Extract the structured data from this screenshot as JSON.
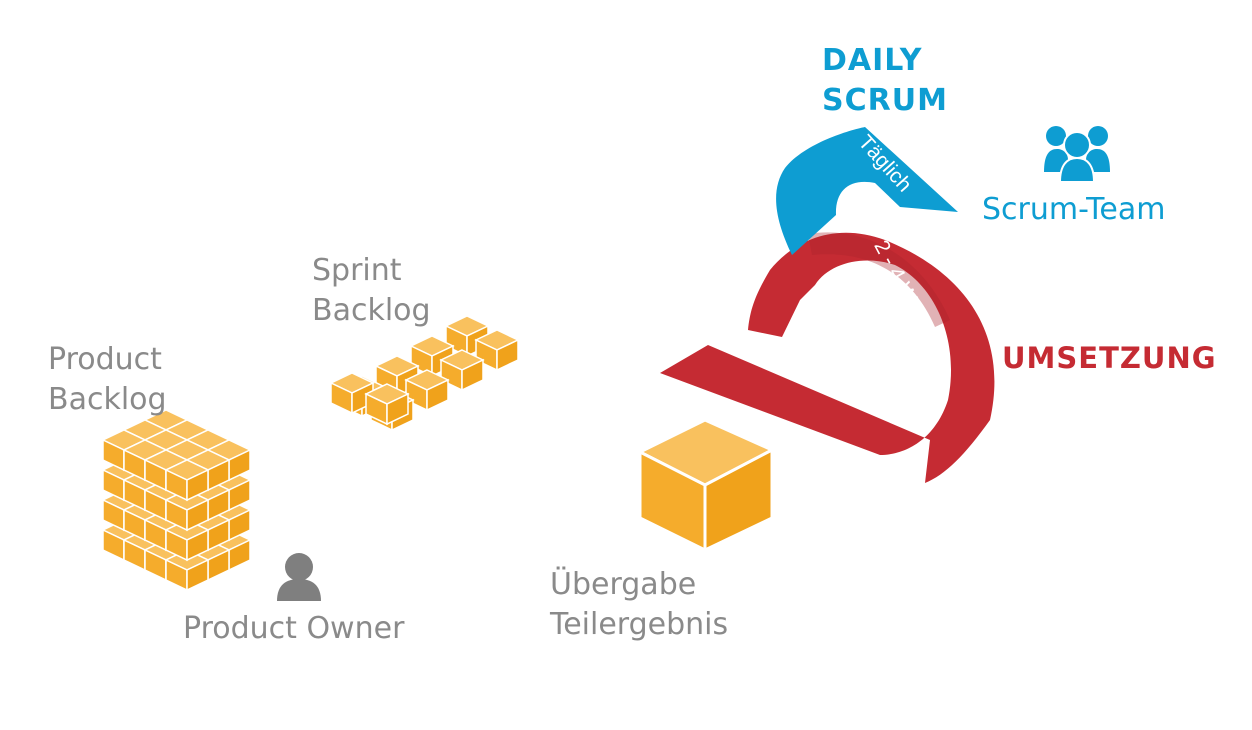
{
  "labels": {
    "product_backlog": [
      "Product",
      "Backlog"
    ],
    "sprint_backlog": [
      "Sprint",
      "Backlog"
    ],
    "product_owner": "Product Owner",
    "uebergabe": [
      "Übergabe",
      "Teilergebnis"
    ],
    "daily_scrum": [
      "DAILY",
      "SCRUM"
    ],
    "scrum_team": "Scrum-Team",
    "umsetzung": "UMSETZUNG",
    "taeglich": "Täglich",
    "wochen": "2 - 4 Wochen"
  },
  "colors": {
    "box": "#f5ac2c",
    "gray": "#7f7f7f",
    "blue": "#0e9dd2",
    "red": "#c52b33"
  },
  "icons": [
    "person-icon",
    "group-icon",
    "box-icon",
    "arrow-loop-icon"
  ]
}
